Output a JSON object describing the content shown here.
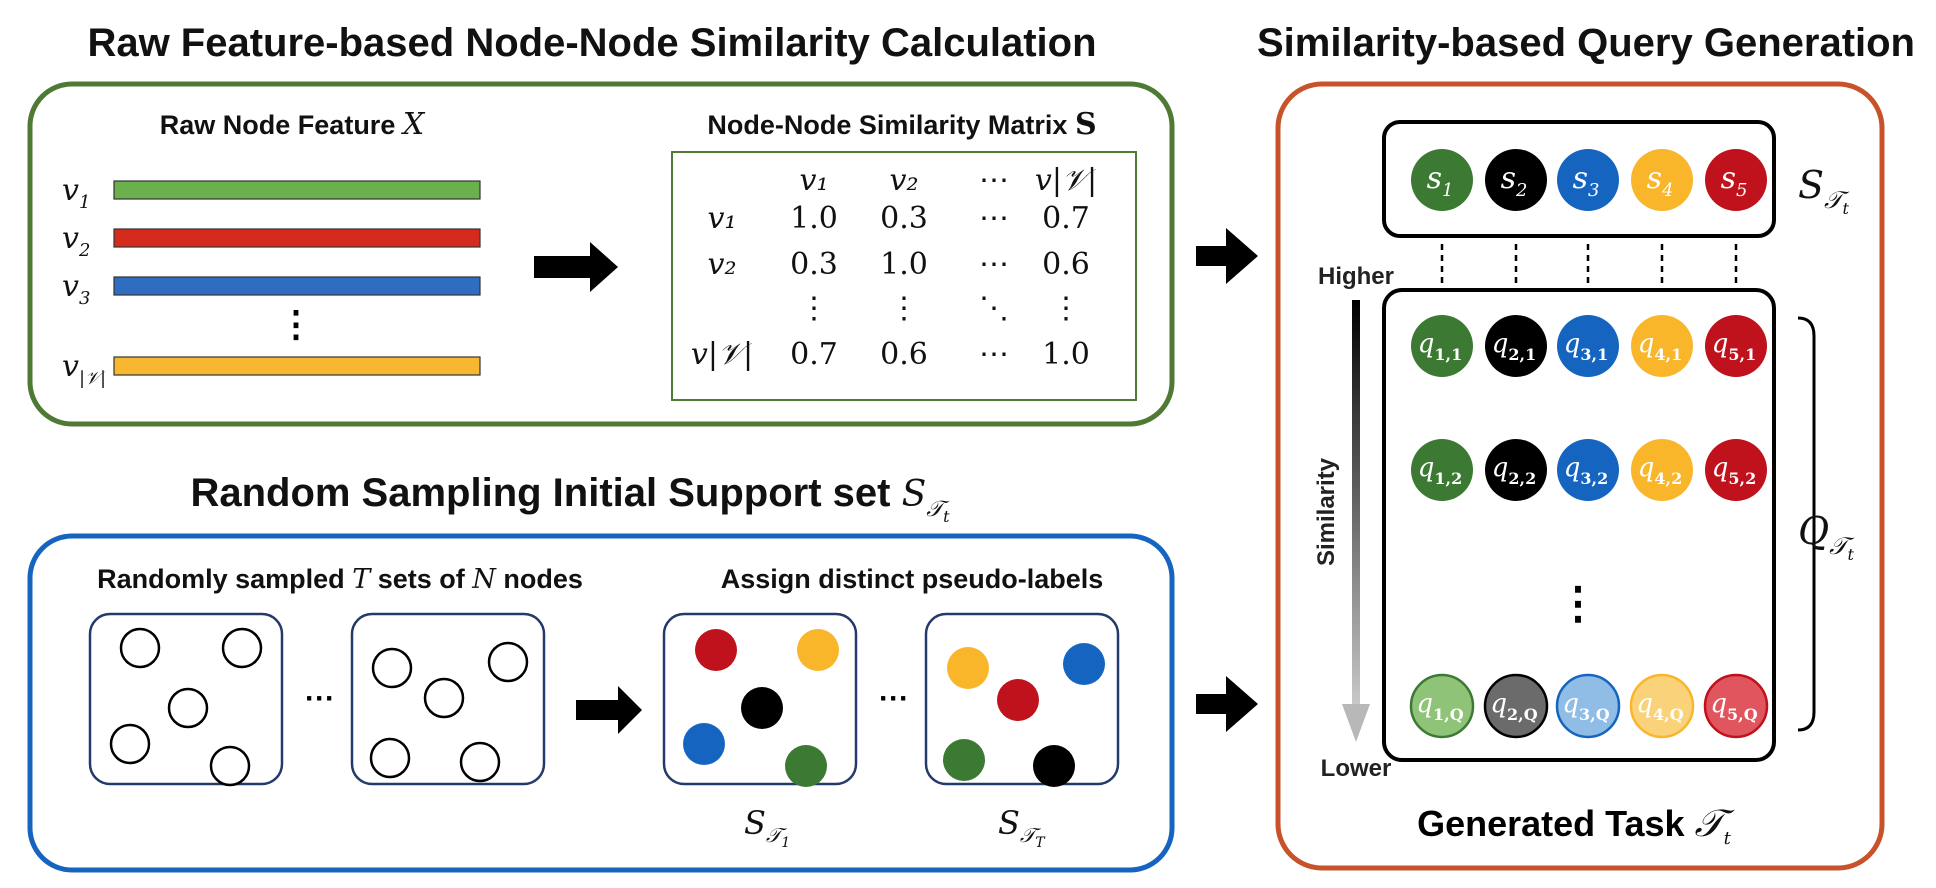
{
  "sections": {
    "raw_feature": {
      "title": "Raw Feature-based Node-Node Similarity Calculation",
      "feature_label": "Raw Node Feature ",
      "feature_symbol": "X",
      "matrix_label": "Node-Node Similarity Matrix ",
      "matrix_symbol": "S"
    },
    "random_sampling": {
      "title": "Random Sampling Initial Support set ",
      "sampled_label_pre": "Randomly sampled ",
      "sampled_T": "T",
      "sampled_mid": " sets of ",
      "sampled_N": "N",
      "sampled_post": " nodes",
      "assign_label": "Assign distinct pseudo-labels",
      "ellipsis": "···"
    },
    "query_generation": {
      "title": "Similarity-based Query Generation",
      "higher": "Higher",
      "lower": "Lower",
      "axis_label": "Similarity",
      "task_label": "Generated Task "
    }
  },
  "feature_rows": [
    {
      "node": "v",
      "sub": "1",
      "color": "#6ab04c"
    },
    {
      "node": "v",
      "sub": "2",
      "color": "#d52b1e"
    },
    {
      "node": "v",
      "sub": "3",
      "color": "#2f6dc0"
    },
    {
      "node": "v",
      "sub": "|𝒱|",
      "color": "#f7b731"
    }
  ],
  "matrix": {
    "col_headers": [
      "v₁",
      "v₂",
      "⋯",
      "v|𝒱|"
    ],
    "row_headers": [
      "v₁",
      "v₂",
      "",
      "v|𝒱|"
    ],
    "rows": [
      [
        "1.0",
        "0.3",
        "⋯",
        "0.7"
      ],
      [
        "0.3",
        "1.0",
        "⋯",
        "0.6"
      ],
      [
        "⋮",
        "⋮",
        "⋱",
        "⋮"
      ],
      [
        "0.7",
        "0.6",
        "⋯",
        "1.0"
      ]
    ]
  },
  "support_nodes": [
    {
      "label": "s",
      "sub": "1",
      "color": "#3c7a34"
    },
    {
      "label": "s",
      "sub": "2",
      "color": "#000000"
    },
    {
      "label": "s",
      "sub": "3",
      "color": "#1565c0"
    },
    {
      "label": "s",
      "sub": "4",
      "color": "#f9b62b"
    },
    {
      "label": "s",
      "sub": "5",
      "color": "#c0121c"
    }
  ],
  "query_rows": [
    {
      "subs": [
        "1,1",
        "2,1",
        "3,1",
        "4,1",
        "5,1"
      ],
      "faded": false
    },
    {
      "subs": [
        "1,2",
        "2,2",
        "3,2",
        "4,2",
        "5,2"
      ],
      "faded": false
    },
    {
      "subs": [
        "1,Q",
        "2,Q",
        "3,Q",
        "4,Q",
        "5,Q"
      ],
      "faded": true
    }
  ],
  "query_faded_colors": [
    "#8fc478",
    "#6b6b6b",
    "#8fbde6",
    "#fad27a",
    "#e0555e"
  ],
  "support_set_symbol": "S",
  "query_set_symbol": "Q",
  "task_symbol": "𝒯",
  "sampled_set_subs": [
    "1",
    "T"
  ],
  "colors": {
    "green_frame": "#4e7a34",
    "blue_frame": "#1565c0",
    "orange_frame": "#c8532a",
    "panel_border": "#243a6b"
  }
}
